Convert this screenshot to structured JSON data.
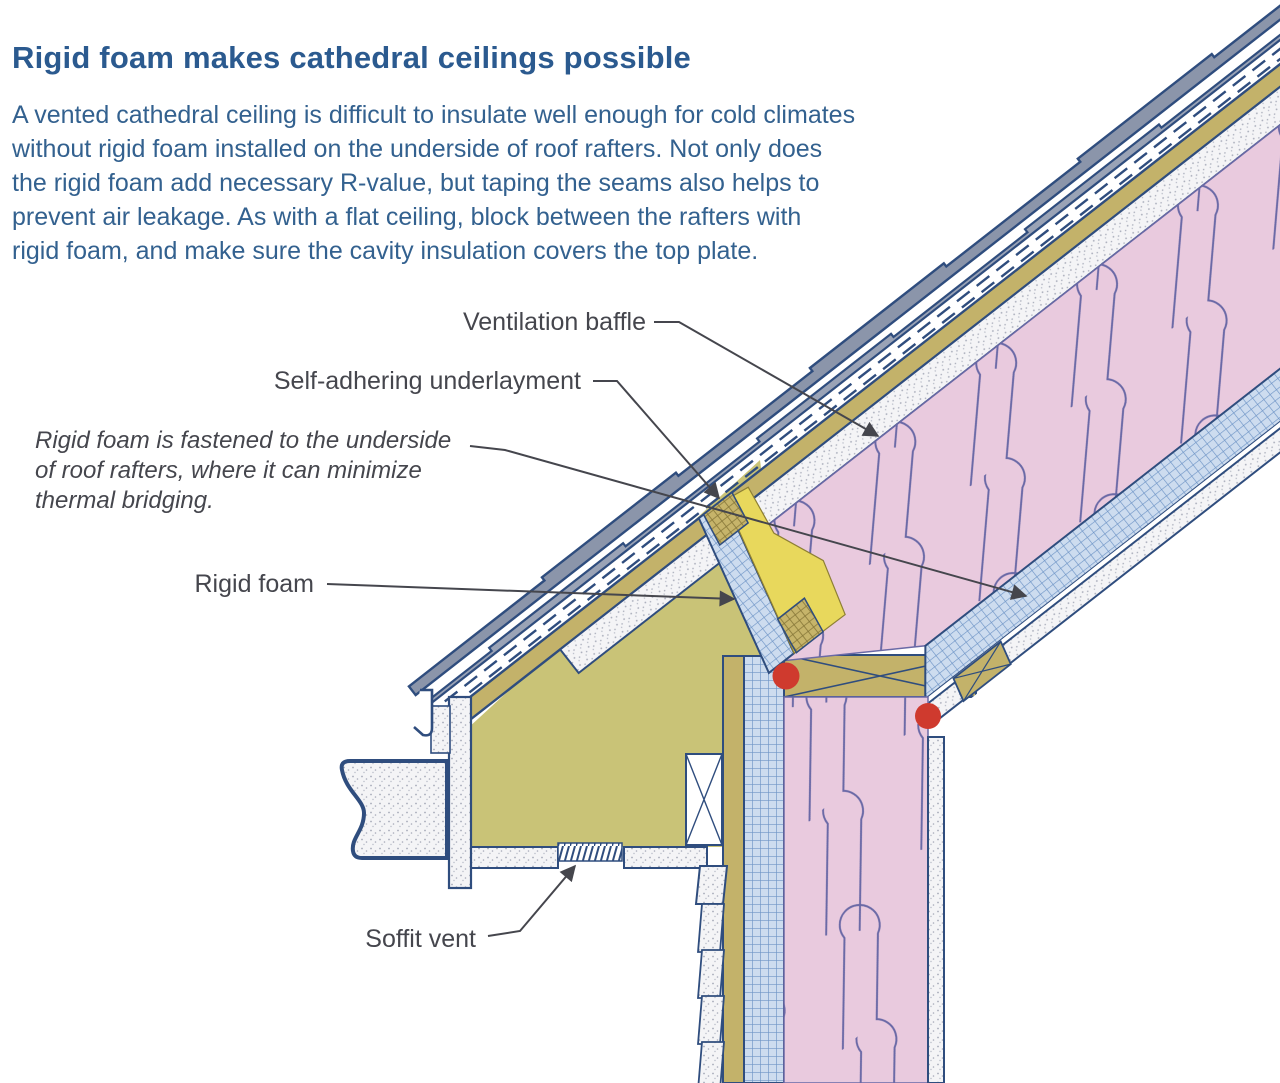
{
  "title": {
    "text": "Rigid foam makes cathedral ceilings possible"
  },
  "intro": {
    "text": "A vented cathedral ceiling is difficult to insulate well enough for cold climates\nwithout rigid foam installed on the underside of roof rafters. Not only does\nthe rigid foam add necessary R-value, but taping the seams also helps to\nprevent air leakage. As with a flat ceiling, block between the rafters with\nrigid foam, and make sure the cavity insulation covers the top plate."
  },
  "labels": {
    "ventilation_baffle": "Ventilation baffle",
    "self_adhering_underlayment": "Self-adhering underlayment",
    "rigid_foam": "Rigid foam",
    "soffit_vent": "Soffit vent",
    "rigid_foam_note_line1": "Rigid foam is fastened to the underside",
    "rigid_foam_note_line2": "of roof rafters, where it can minimize",
    "rigid_foam_note_line3": "thermal bridging."
  },
  "colors": {
    "title_blue": "#2b5a8f",
    "body_blue": "#33618f",
    "label_gray": "#45464d",
    "outline_navy": "#2f4d7e",
    "shingle_gray": "#8b95aa",
    "sheathing_tan": "#c3b26a",
    "eave_olive": "#c9c377",
    "insulation_pink": "#e9cade",
    "insulation_line": "#6a69a6",
    "rigid_foam_blue": "#cddcef",
    "rigid_foam_grid_line": "#6e94c6",
    "spray_foam_yellow": "#e8d85c",
    "sealant_red": "#cf3a2e",
    "stipple_bg": "#f4f4f6"
  },
  "diagram": {
    "parts": [
      "asphalt shingles",
      "self-adhering underlayment",
      "roof sheathing",
      "ventilation baffle vent channel",
      "fiberglass batt insulation",
      "rigid foam under rafters",
      "rigid foam blocking between rafters",
      "spray foam air seal",
      "wood blocking",
      "double top plate",
      "wall cavity insulation",
      "wall sheathing",
      "wall rigid foam",
      "clapboard siding",
      "frieze board",
      "soffit",
      "soffit vent",
      "fascia",
      "gutter",
      "drip edge",
      "ceiling drywall",
      "wall drywall",
      "sealant beads"
    ]
  }
}
